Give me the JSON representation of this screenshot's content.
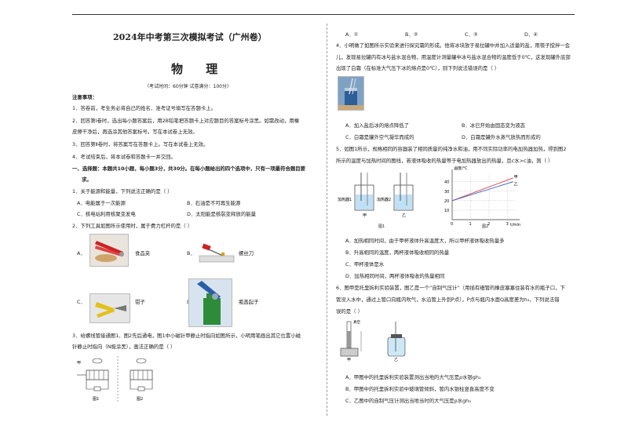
{
  "header": {
    "title": "2024年中考第三次模拟考试（广州卷）",
    "subject": "物  理",
    "exam_info": "（考试时间：60分钟   试卷满分：100分）"
  },
  "notes": {
    "heading": "注意事项：",
    "items": [
      "1．答卷前，考生务必将自己的姓名、准考证号填写在答题卡上。",
      "2．回答第Ⅰ卷时，选出每小题答案后，用2B铅笔把答题卡上对应题目的答案标号涂黑。如需改动，用橡",
      "皮擦干净后，再选涂其他答案标号。写在本试卷上无效。",
      "3．回答第Ⅱ卷时，将答案写在答题卡上。写在本试卷上无效。",
      "4．考试结束后，将本试卷和答题卡一并交回。"
    ]
  },
  "section1": {
    "line1": "一、选择题：本题共10小题，每小题3分，共30分。在每小题给出的四个选项中，只有一项最符合题目要",
    "line2": "求。"
  },
  "q1": {
    "stem": "1．关于能源和能量，下列说法正确的是（        ）",
    "A": "A．电能属于一次能源",
    "B": "B．石油是不可再生能源",
    "C": "C．核电站利用核聚变发电",
    "D": "D．太阳能是核裂变释放的能量"
  },
  "q2": {
    "stem": "2．下列工具如图所示使用时，属于费力杠杆的是（        ）",
    "A_letter": "A．",
    "A_label": "食品夹",
    "B_letter": "B．",
    "B_label": "螺丝刀",
    "C_letter": "C．",
    "C_label": "钳子",
    "D_letter": "D．",
    "D_label": "瓶盖起子"
  },
  "q3": {
    "stem1": "3．给螺线管接通图1、图2先后通电，图1中小磁针甲静止时指向如图所示，小明用笔画出其它位置小磁",
    "stem2": "针静止时指向（N极涂黑），画法正确的是（        ）",
    "fig1": "图1",
    "fig2": "图2",
    "label_jia": "甲"
  },
  "right_top": {
    "A": "A．①",
    "B": "B．②",
    "C": "C．③",
    "D": "D．④"
  },
  "q4": {
    "stem1": "4．小明做了如图所示实验来进行探究霜的形成。他将冰块放于易拉罐中并加入适量的盐，用筷子搅拌一会",
    "stem2": "儿，发现易拉罐内有冰与盐水混合物，用温度计测量罐中冰与盐水混合物的温度低于0℃，这发现罐外底部",
    "stem3": "出现了白霜（在标准大气压下冰的熔点是0℃），则下列说法错误的是（        ）",
    "A": "A．加入盐后冰的熔点降低了",
    "B": "B．冰已开始由固态变为液态",
    "C": "C．白霜是罐外空气凝华而成的",
    "D": "D．白霜是罐外水蒸气放热而形成的"
  },
  "q5": {
    "stem1": "5．如图1所示，规格相同的容器装了相同质量的纯净水和油，用不同实际功率的电加热器加热，得到图2",
    "stem2": "所示的温度与加热时间的图线，若液体吸收的热量等于电加热器放出的热量，且c水>c油，则（        ）",
    "heater1": "加热器1",
    "heater2": "加热器2",
    "fig1": "图1",
    "fig2": "图2",
    "jia": "甲",
    "yi": "乙",
    "A": "A．加热相同时间，由于甲杯液体升高温度大，所以甲杯液体吸收热量多",
    "B": "B．升高相同的温度，两杯液体吸收相同的热量",
    "C": "C．甲杯液体是水",
    "D": "D．加热相同时间，两杯液体吸收的热量相同"
  },
  "q6": {
    "stem1": "6．图甲是托里拆利实验装置，图乙是一个“自制气压计”（用插有细管的橡皮塞塞住装有水的瓶子口，下",
    "stem2": "管没入水中，通过上管口向瓶内吹气，水沿管上升到P点），P点与瓶内水面Q高度差为h₃，下列说法错",
    "stem3": "误的是（        ）",
    "label_vac": "真空",
    "label_jia": "甲",
    "label_yi": "乙",
    "A": "A．甲图中的托里拆利实验装置测出当地的大气压是ρ水银gh₁",
    "B": "B．甲图中的托里拆利实验中玻璃管倾斜，管内水银柱竖直高度不变",
    "C": "C．乙图中的自制气压计测出当地当时的大气压是ρ水gh₃"
  },
  "chart_data": {
    "type": "line",
    "title": "",
    "xlabel": "t/min",
    "ylabel": "温度/°C",
    "x_ticks": [
      0,
      1,
      2,
      3
    ],
    "y_ticks": [
      10,
      20,
      30,
      40
    ],
    "xlim": [
      0,
      3.4
    ],
    "ylim": [
      0,
      48
    ],
    "series": [
      {
        "name": "甲",
        "x": [
          0,
          3.3
        ],
        "y": [
          20,
          44
        ]
      },
      {
        "name": "乙",
        "x": [
          0,
          3.3
        ],
        "y": [
          20,
          40
        ]
      }
    ]
  }
}
